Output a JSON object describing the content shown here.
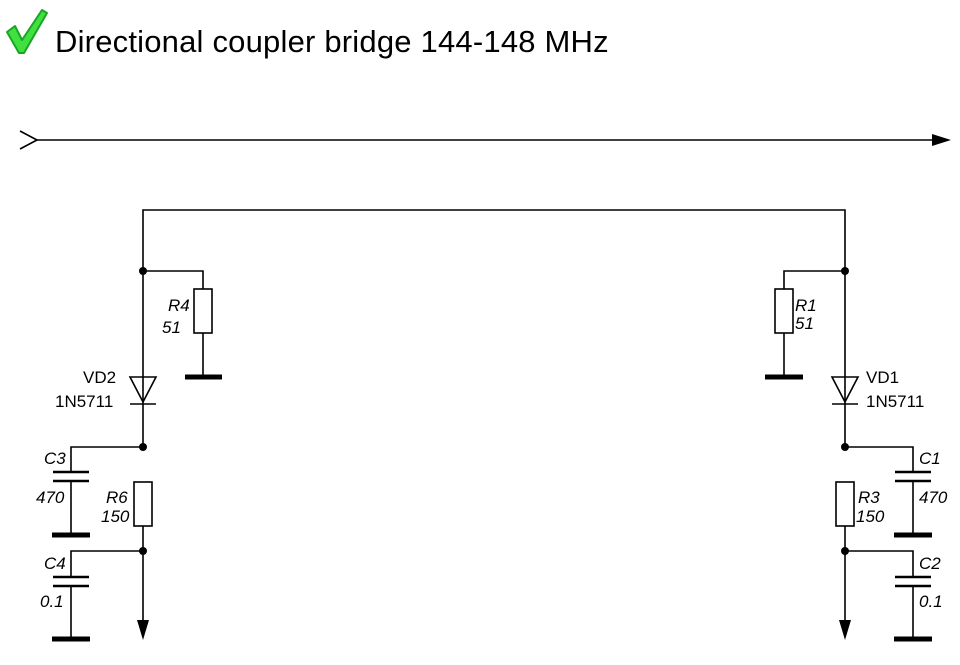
{
  "title": "Directional coupler bridge 144-148 MHz",
  "status_icon": "green-checkmark-icon",
  "colors": {
    "check": "#22c02a",
    "wire": "#000000"
  },
  "components": {
    "R4": {
      "ref": "R4",
      "value": "51"
    },
    "R1": {
      "ref": "R1",
      "value": "51"
    },
    "VD2": {
      "ref": "VD2",
      "part": "1N5711"
    },
    "VD1": {
      "ref": "VD1",
      "part": "1N5711"
    },
    "C3": {
      "ref": "C3",
      "value": "470"
    },
    "C1": {
      "ref": "C1",
      "value": "470"
    },
    "R6": {
      "ref": "R6",
      "value": "150"
    },
    "R3": {
      "ref": "R3",
      "value": "150"
    },
    "C4": {
      "ref": "C4",
      "value": "0.1"
    },
    "C2": {
      "ref": "C2",
      "value": "0.1"
    }
  }
}
